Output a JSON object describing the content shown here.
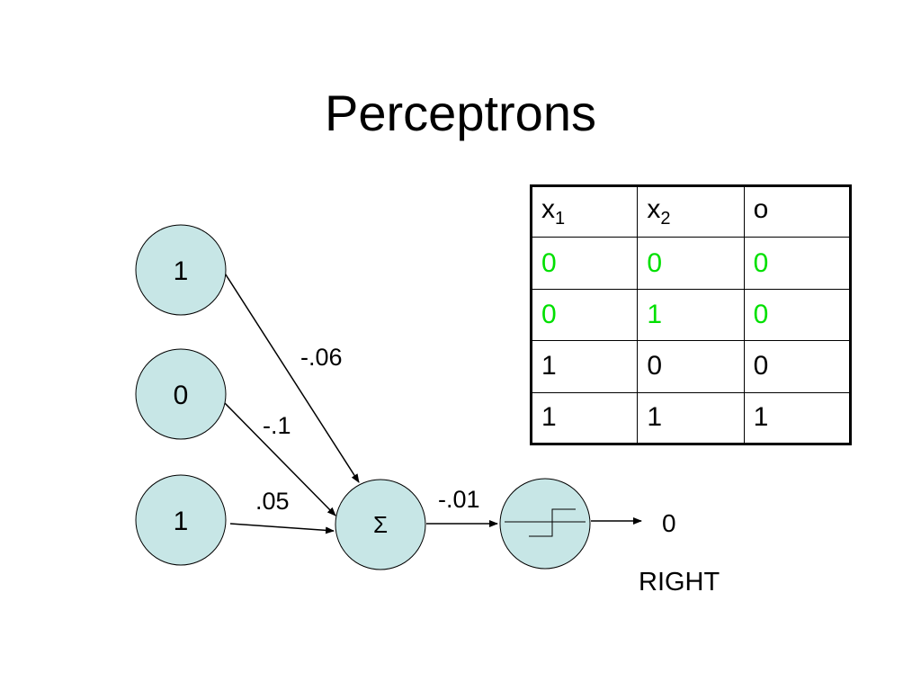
{
  "title": "Perceptrons",
  "colors": {
    "node_fill": "#c7e6e6",
    "highlight": "#00e000",
    "stroke": "#000000"
  },
  "inputs": [
    {
      "value": "1"
    },
    {
      "value": "0"
    },
    {
      "value": "1"
    }
  ],
  "weights": {
    "w1": "-.06",
    "w2": "-.1",
    "w3": ".05",
    "bias": "-.01"
  },
  "sum_symbol": "Σ",
  "activation_icon": "step-function-icon",
  "output_value": "0",
  "result_label": "RIGHT",
  "table": {
    "headers": [
      {
        "base": "x",
        "sub": "1"
      },
      {
        "base": "x",
        "sub": "2"
      },
      {
        "base": "o",
        "sub": ""
      }
    ],
    "rows": [
      {
        "cells": [
          "0",
          "0",
          "0"
        ],
        "green": [
          true,
          true,
          true
        ]
      },
      {
        "cells": [
          "0",
          "1",
          "0"
        ],
        "green": [
          true,
          true,
          true
        ]
      },
      {
        "cells": [
          "1",
          "0",
          "0"
        ],
        "green": [
          false,
          false,
          false
        ]
      },
      {
        "cells": [
          "1",
          "1",
          "1"
        ],
        "green": [
          false,
          false,
          false
        ]
      }
    ]
  }
}
